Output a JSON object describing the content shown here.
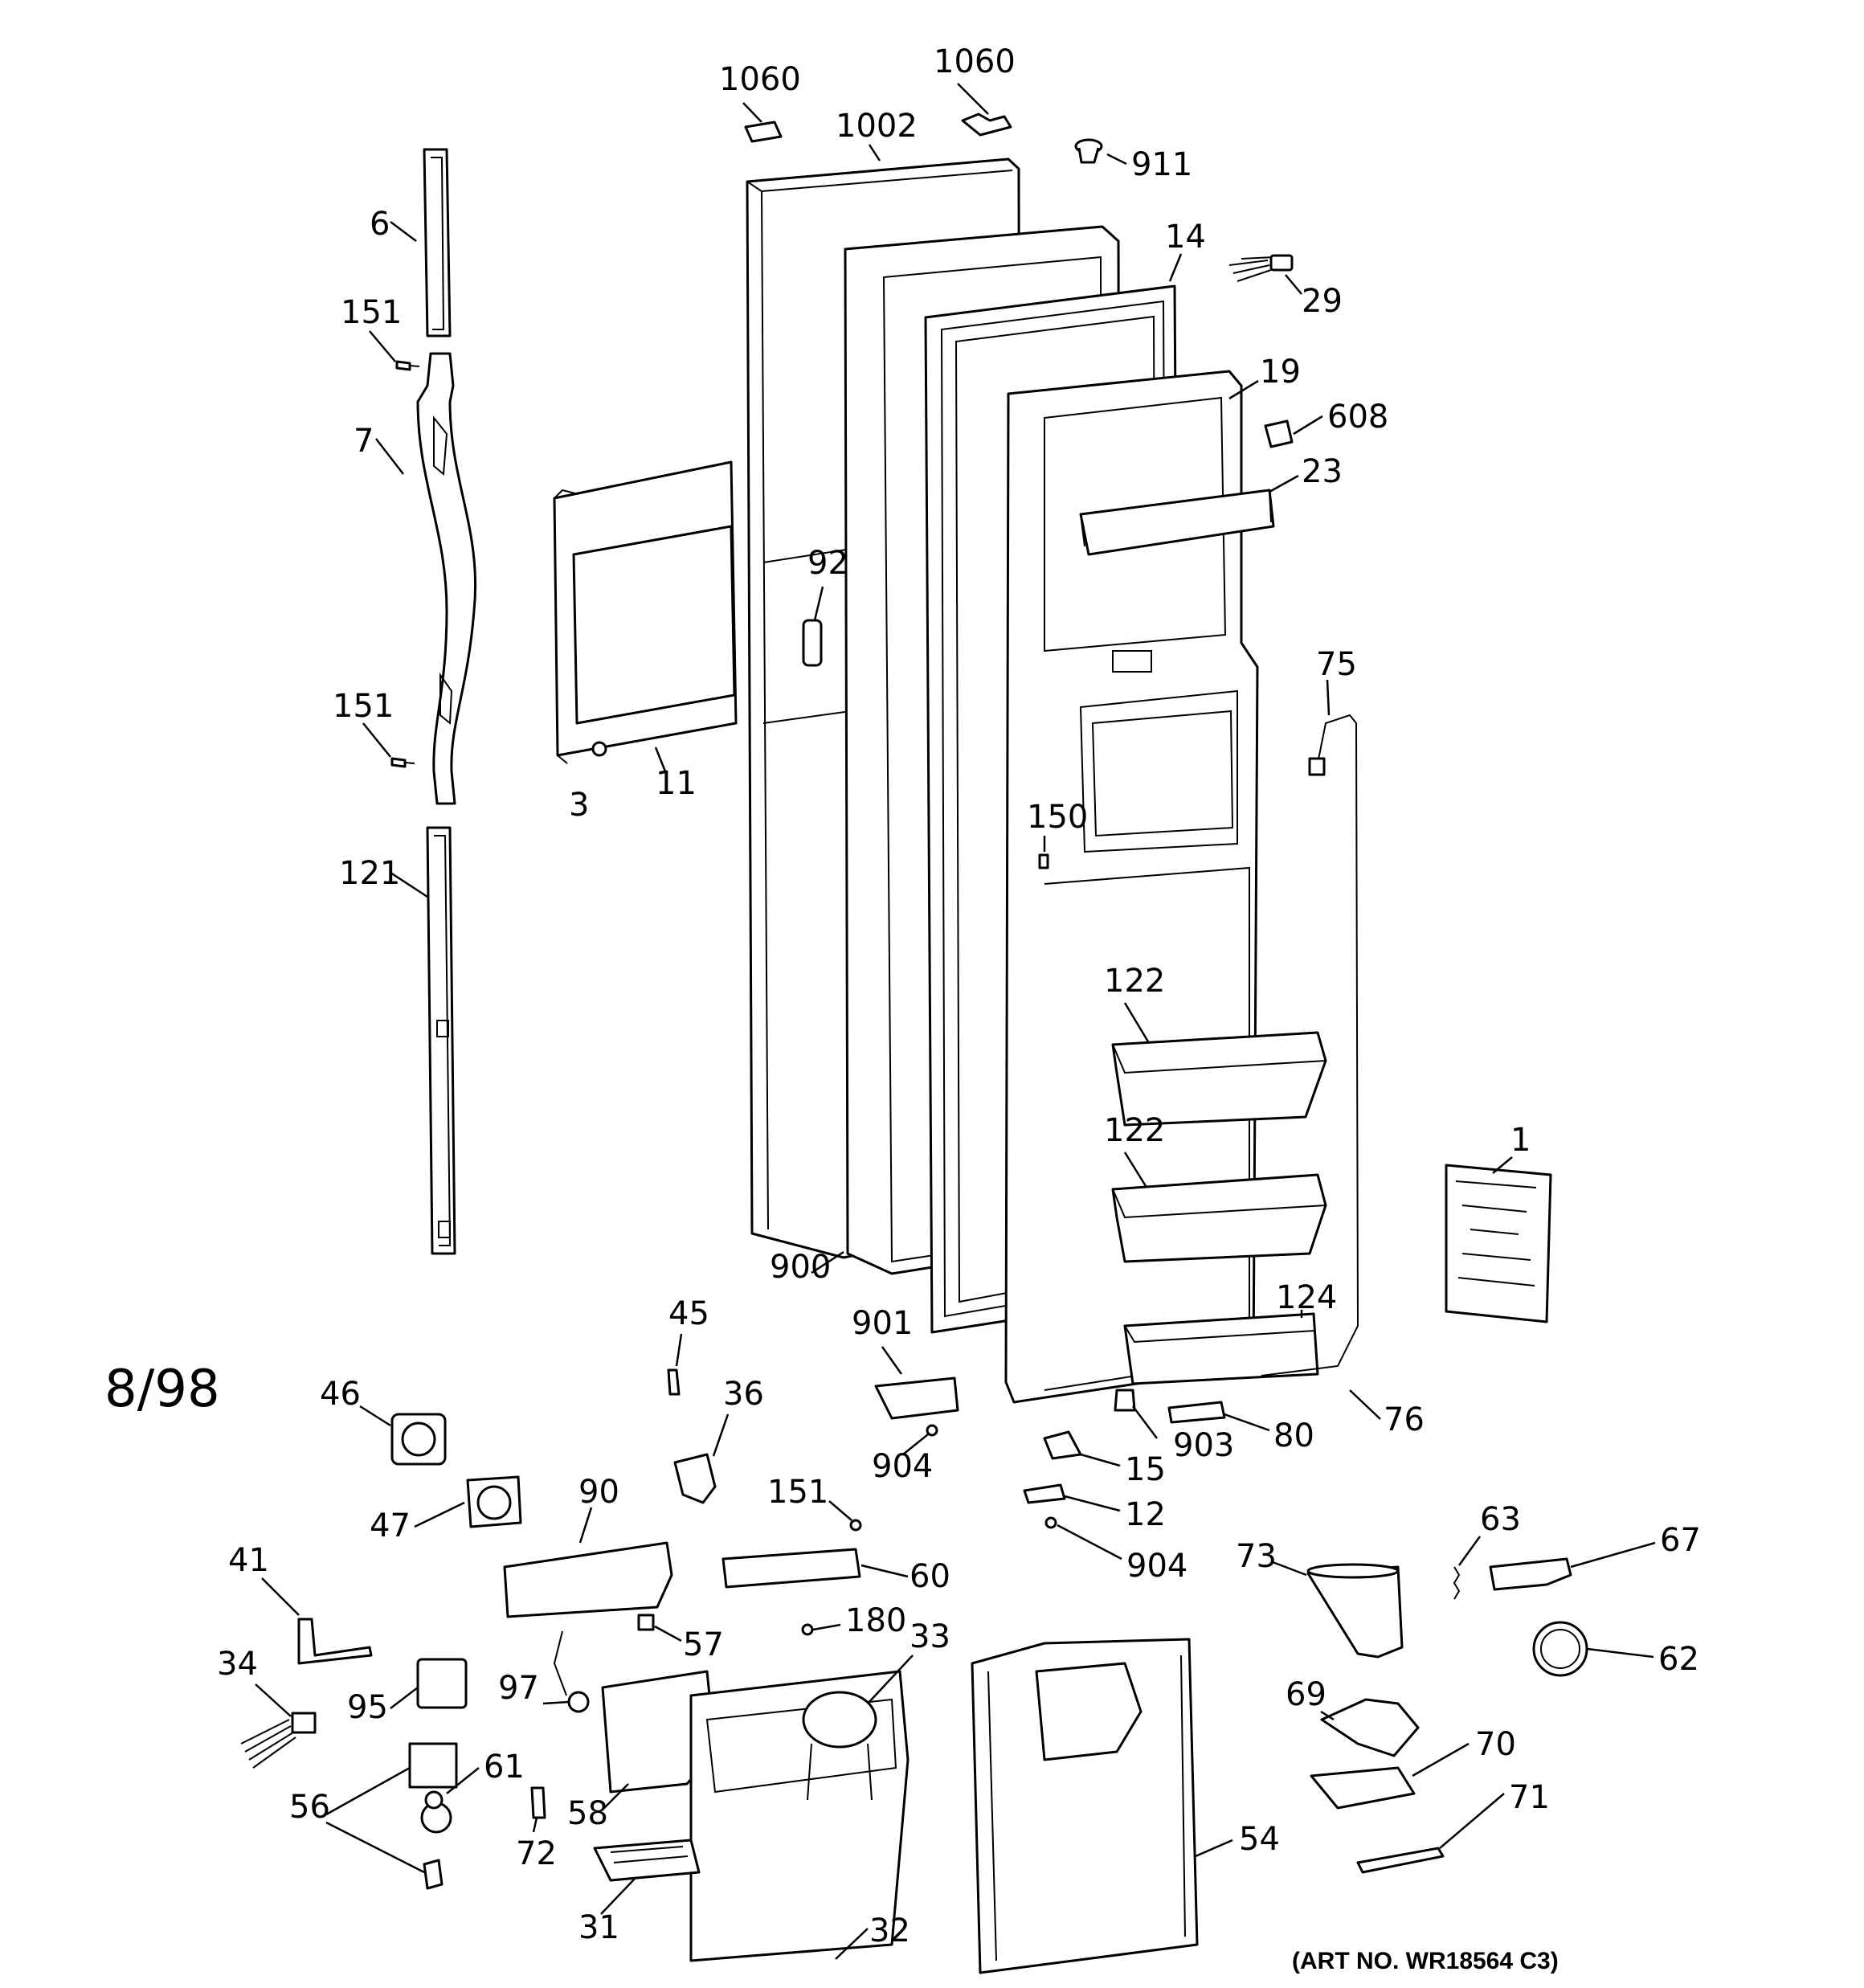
{
  "date_code": "8/98",
  "art_number": "(ART NO. WR18564 C3)",
  "callouts": [
    {
      "label": "1060"
    },
    {
      "label": "1060"
    },
    {
      "label": "1002"
    },
    {
      "label": "911"
    },
    {
      "label": "6"
    },
    {
      "label": "14"
    },
    {
      "label": "29"
    },
    {
      "label": "151"
    },
    {
      "label": "19"
    },
    {
      "label": "608"
    },
    {
      "label": "7"
    },
    {
      "label": "23"
    },
    {
      "label": "92"
    },
    {
      "label": "75"
    },
    {
      "label": "151"
    },
    {
      "label": "3"
    },
    {
      "label": "11"
    },
    {
      "label": "150"
    },
    {
      "label": "121"
    },
    {
      "label": "122"
    },
    {
      "label": "122"
    },
    {
      "label": "1"
    },
    {
      "label": "900"
    },
    {
      "label": "124"
    },
    {
      "label": "45"
    },
    {
      "label": "901"
    },
    {
      "label": "46"
    },
    {
      "label": "36"
    },
    {
      "label": "76"
    },
    {
      "label": "80"
    },
    {
      "label": "903"
    },
    {
      "label": "904"
    },
    {
      "label": "15"
    },
    {
      "label": "151"
    },
    {
      "label": "90"
    },
    {
      "label": "47"
    },
    {
      "label": "12"
    },
    {
      "label": "63"
    },
    {
      "label": "41"
    },
    {
      "label": "904"
    },
    {
      "label": "67"
    },
    {
      "label": "73"
    },
    {
      "label": "60"
    },
    {
      "label": "180"
    },
    {
      "label": "57"
    },
    {
      "label": "33"
    },
    {
      "label": "62"
    },
    {
      "label": "34"
    },
    {
      "label": "95"
    },
    {
      "label": "97"
    },
    {
      "label": "69"
    },
    {
      "label": "70"
    },
    {
      "label": "61"
    },
    {
      "label": "56"
    },
    {
      "label": "58"
    },
    {
      "label": "72"
    },
    {
      "label": "71"
    },
    {
      "label": "54"
    },
    {
      "label": "31"
    },
    {
      "label": "32"
    }
  ]
}
